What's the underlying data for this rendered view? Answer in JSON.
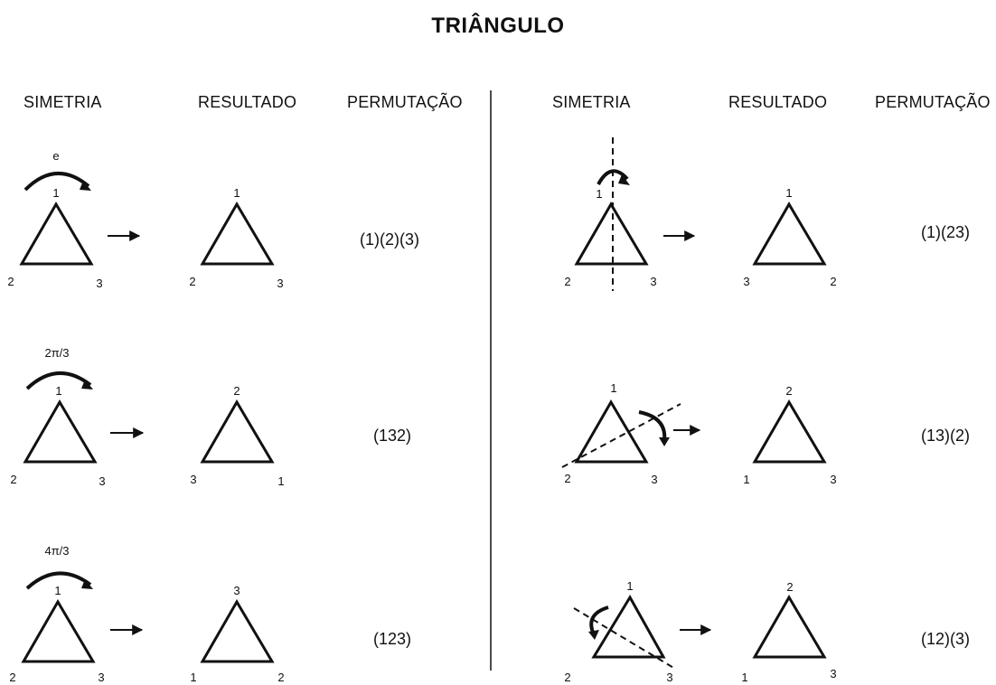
{
  "title": "TRIÂNGULO",
  "headers": {
    "left": {
      "simetria": "SIMETRIA",
      "resultado": "RESULTADO",
      "permutacao": "PERMUTAÇÃO"
    },
    "right": {
      "simetria": "SIMETRIA",
      "resultado": "RESULTADO",
      "permutacao": "PERMUTAÇÃO"
    }
  },
  "rotations": [
    {
      "label": "e",
      "symmetry_vertices": {
        "top": "1",
        "left": "2",
        "right": "3"
      },
      "result_vertices": {
        "top": "1",
        "left": "2",
        "right": "3"
      },
      "permutation": "(1)(2)(3)"
    },
    {
      "label": "2π/3",
      "symmetry_vertices": {
        "top": "1",
        "left": "2",
        "right": "3"
      },
      "result_vertices": {
        "top": "2",
        "left": "3",
        "right": "1"
      },
      "permutation": "(132)"
    },
    {
      "label": "4π/3",
      "symmetry_vertices": {
        "top": "1",
        "left": "2",
        "right": "3"
      },
      "result_vertices": {
        "top": "3",
        "left": "1",
        "right": "2"
      },
      "permutation": "(123)"
    }
  ],
  "reflections": [
    {
      "symmetry_vertices": {
        "top": "1",
        "left": "2",
        "right": "3"
      },
      "result_vertices": {
        "top": "1",
        "left": "3",
        "right": "2"
      },
      "permutation": "(1)(23)"
    },
    {
      "symmetry_vertices": {
        "top": "1",
        "left": "2",
        "right": "3"
      },
      "result_vertices": {
        "top": "2",
        "left": "1",
        "right": "3"
      },
      "permutation": "(13)(2)"
    },
    {
      "symmetry_vertices": {
        "top": "1",
        "left": "2",
        "right": "3"
      },
      "result_vertices": {
        "top": "2",
        "left": "1",
        "right": "3"
      },
      "permutation": "(12)(3)"
    }
  ]
}
